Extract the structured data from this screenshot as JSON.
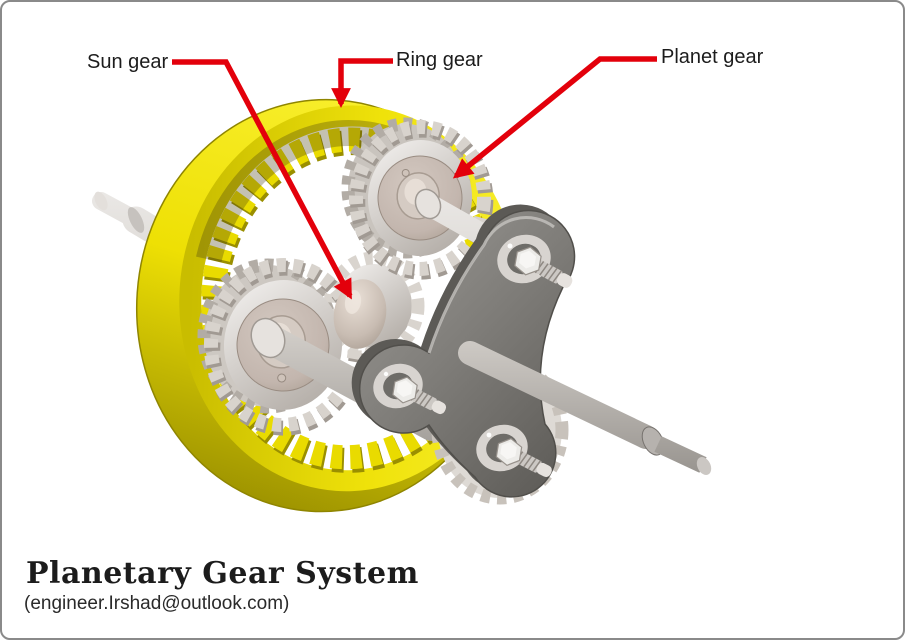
{
  "diagram": {
    "title": "Planetary Gear System",
    "subtitle": "(engineer.Irshad@outlook.com)",
    "labels": {
      "sun": "Sun gear",
      "ring": "Ring gear",
      "planet": "Planet gear"
    },
    "colors": {
      "callout_red": "#E3000B",
      "ring_yellow": "#F2E504",
      "ring_yellow_dark": "#A39900",
      "gear_silver": "#D8D3CD",
      "gear_face_tan": "#C3B6AE",
      "carrier_gray": "#82807C",
      "shaft_silver": "#CDC9C4",
      "text_black": "#1C1C1C",
      "border_gray": "#8A8A8A"
    }
  }
}
